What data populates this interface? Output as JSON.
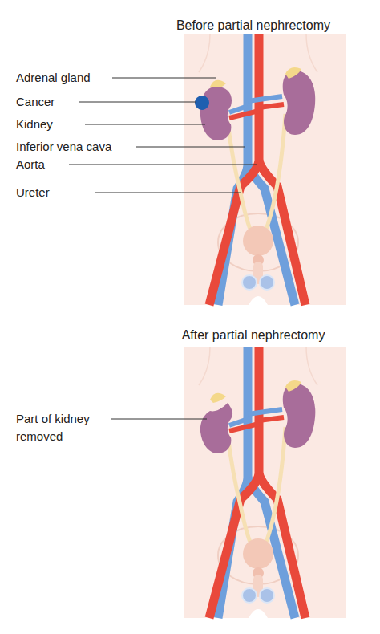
{
  "diagram": {
    "labels": [
      "Before partial nephrectomy",
      "Adrenal gland",
      "Cancer",
      "Kidney",
      "Inferior vena cava",
      "Aorta",
      "Ureter",
      "After partial nephrectomy",
      "Part of kidney removed"
    ]
  }
}
